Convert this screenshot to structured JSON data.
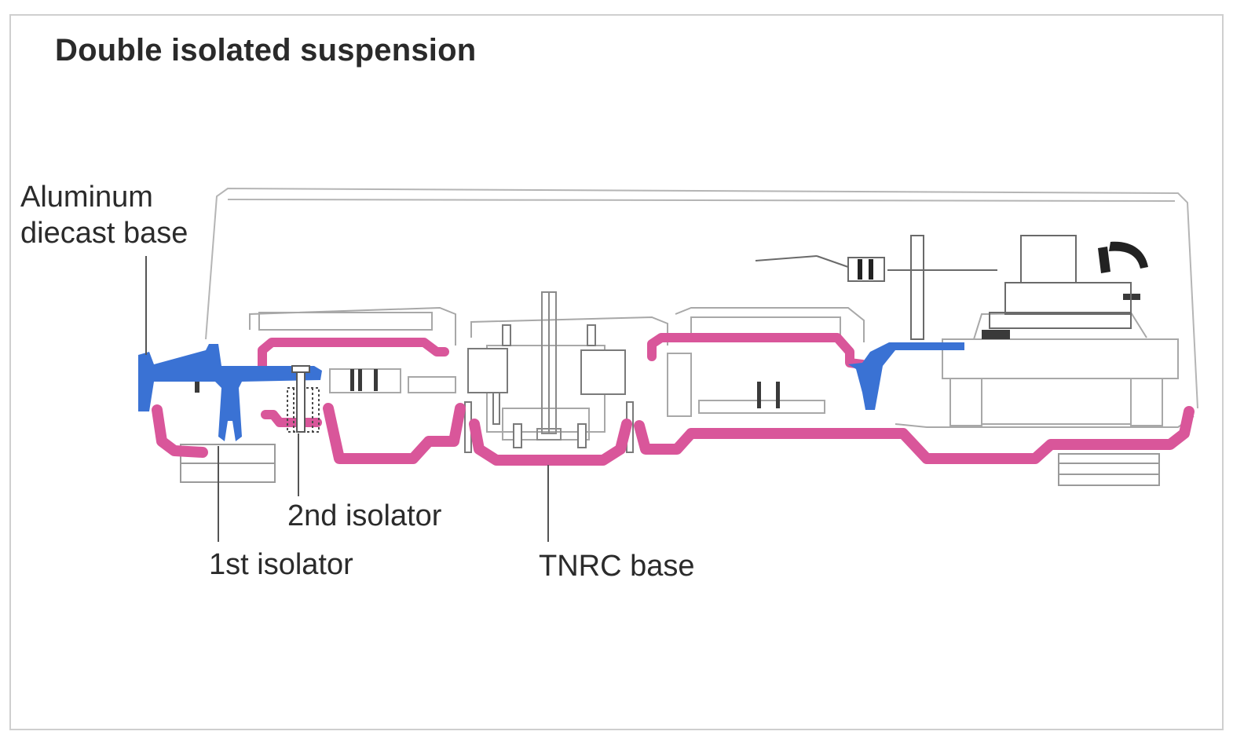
{
  "title": "Double isolated suspension",
  "labels": {
    "aluminum_line1": "Aluminum",
    "aluminum_line2": "diecast base",
    "isolator_2": "2nd isolator",
    "isolator_1": "1st isolator",
    "tnrc_base": "TNRC base"
  },
  "colors": {
    "aluminum_base": "#3a72d4",
    "tnrc_base": "#d9569a",
    "outline": "#9a9a9a",
    "text": "#2b2b2b"
  }
}
